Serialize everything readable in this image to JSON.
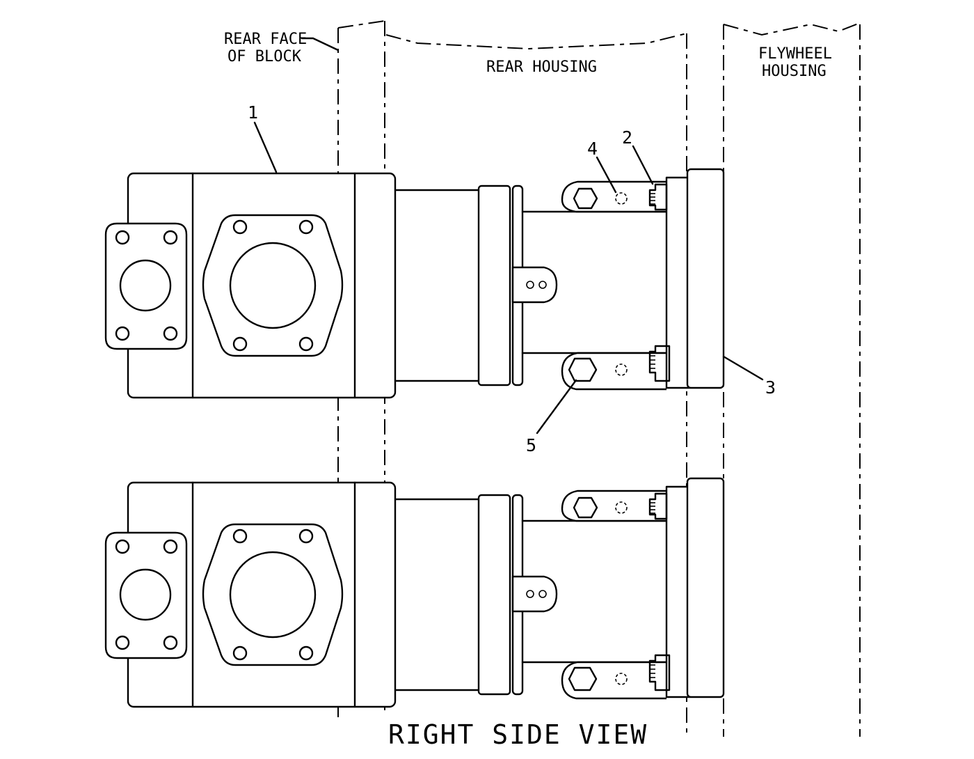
{
  "labels": {
    "rear_face_line1": "REAR FACE",
    "rear_face_line2": "OF BLOCK",
    "rear_housing": "REAR HOUSING",
    "flywheel_line1": "FLYWHEEL",
    "flywheel_line2": "HOUSING",
    "view_title": "RIGHT SIDE VIEW"
  },
  "callouts": {
    "c1": "1",
    "c2": "2",
    "c3": "3",
    "c4": "4",
    "c5": "5"
  }
}
